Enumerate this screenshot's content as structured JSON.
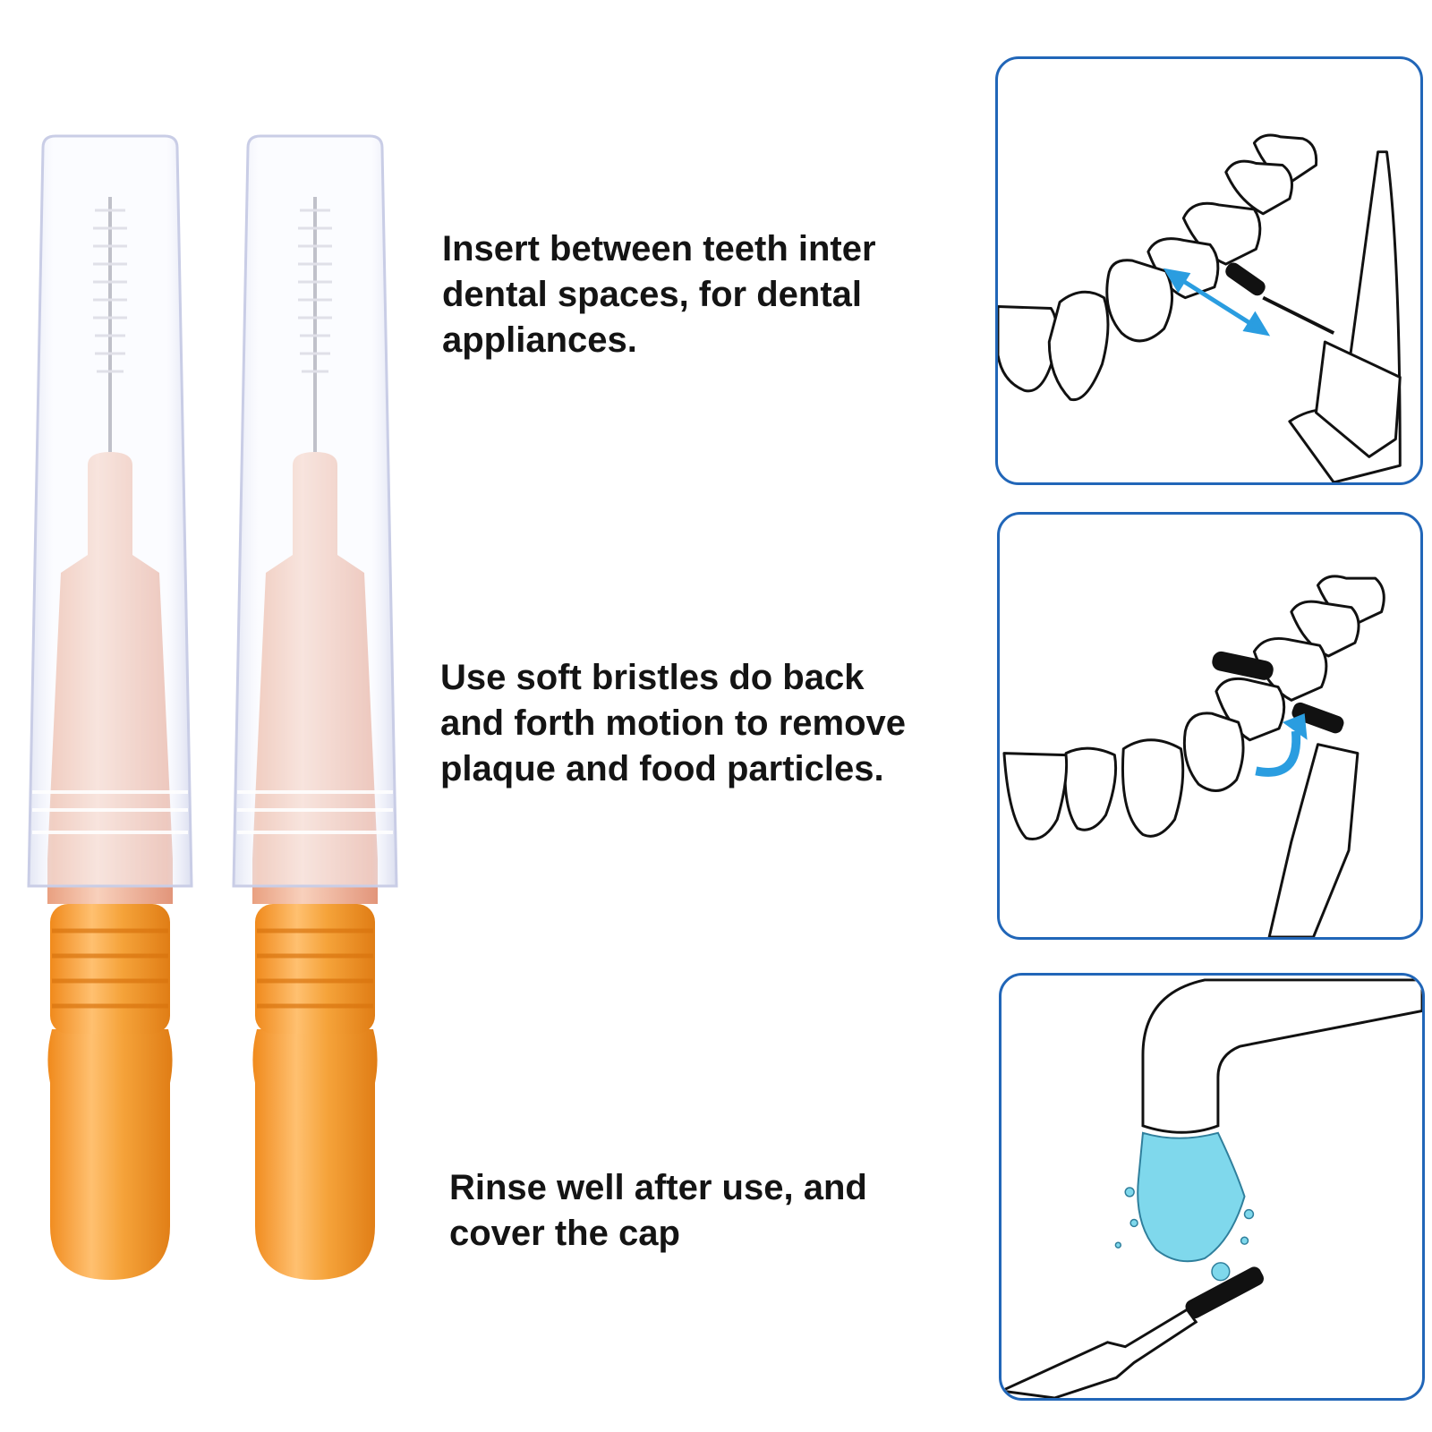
{
  "steps": [
    {
      "text": "Insert between teeth inter\ndental spaces, for dental\nappliances."
    },
    {
      "text": "Use soft bristles do back\nand forth motion to remove\nplaque and food particles."
    },
    {
      "text": "Rinse well after use, and\ncover the cap"
    }
  ],
  "colors": {
    "panel_border": "#2166b8",
    "arrow": "#2a9de0",
    "water": "#7fd8ec",
    "handle": "#f5a33a",
    "core": "#efb59a"
  },
  "icons": [
    "interdental-brush-icon",
    "teeth-insert-illustration",
    "teeth-brush-motion-illustration",
    "rinse-faucet-illustration"
  ]
}
